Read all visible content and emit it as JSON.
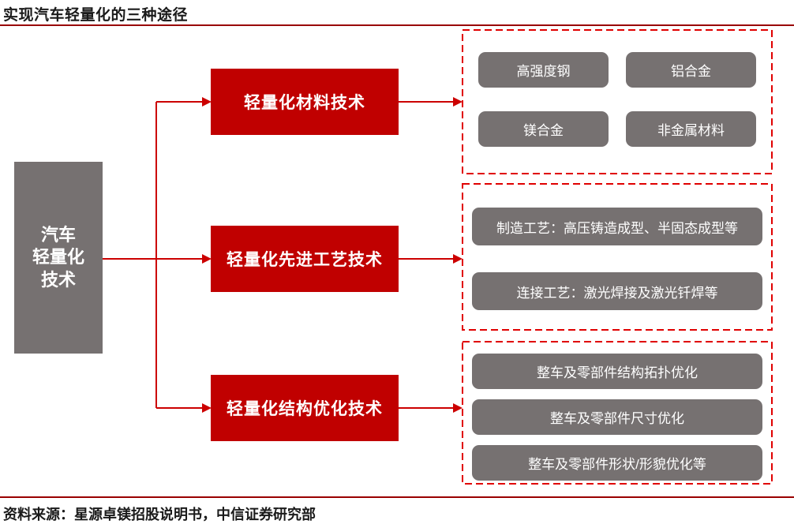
{
  "page": {
    "title": "实现汽车轻量化的三种途径",
    "source": "资料来源：星源卓镁招股说明书，中信证券研究部"
  },
  "root": {
    "label": "汽车\n轻量化\n技术"
  },
  "branches": [
    {
      "label": "轻量化材料技术",
      "items": [
        "高强度钢",
        "铝合金",
        "镁合金",
        "非金属材料"
      ]
    },
    {
      "label": "轻量化先进工艺技术",
      "items": [
        "制造工艺：高压铸造成型、半固态成型等",
        "连接工艺：激光焊接及激光钎焊等"
      ]
    },
    {
      "label": "轻量化结构优化技术",
      "items": [
        "整车及零部件结构拓扑优化",
        "整车及零部件尺寸优化",
        "整车及零部件形状/形貌优化等"
      ]
    }
  ],
  "colors": {
    "box_red": "#C00000",
    "line_red": "#CC0000",
    "dashed_red": "#E00000",
    "rule_dark_red": "#990000",
    "gray": "#767171"
  }
}
